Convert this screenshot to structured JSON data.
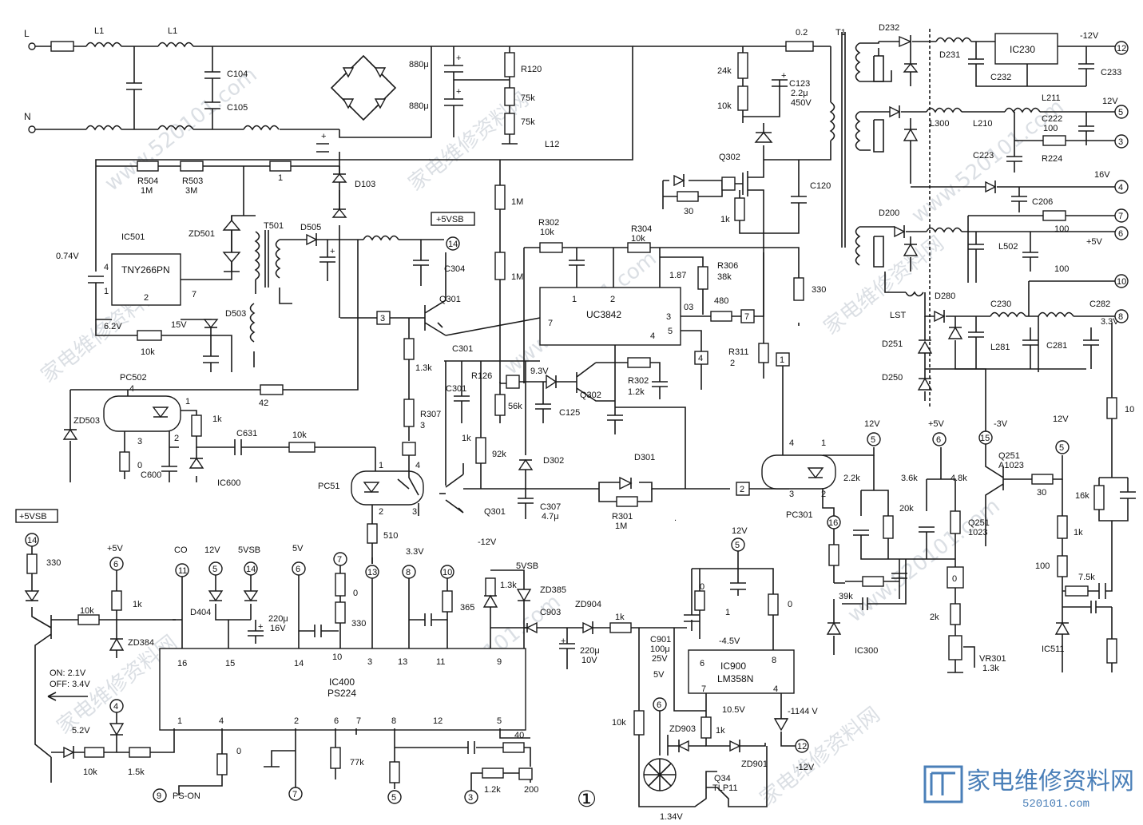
{
  "diagram": {
    "inputs": {
      "live": "L",
      "neutral": "N"
    },
    "filter": [
      "L1",
      "L1",
      "C104",
      "C105"
    ],
    "bulk_caps": [
      "880μ",
      "880μ"
    ],
    "resistors_main": [
      "R120",
      "75k",
      "75k"
    ],
    "labels_misc": {
      "l12": "L12",
      "r504": "R504",
      "r504v": "1M",
      "r503": "R503",
      "r503v": "3M",
      "one": "1",
      "d103": "D103",
      "d505": "D505",
      "zd501": "ZD501",
      "t501": "T501",
      "ic501": "IC501",
      "ic501_part": "TNY266PN",
      "v074": "0.74V",
      "v62": "6.2V",
      "v15": "15V",
      "d503": "D503",
      "r10k": "10k",
      "pc502": "PC502",
      "r42": "42",
      "zd503": "ZD503",
      "c600": "C600",
      "ic600": "IC600",
      "c631": "C631",
      "r1k": "1k",
      "zero": "0",
      "two": "2",
      "three": "3",
      "four": "4",
      "seven": "7",
      "c304": "C304",
      "vsb_tag": "+5VSB",
      "q301": "Q301",
      "r13k": "1.3k",
      "r307": "R307",
      "r307v": "3",
      "pc51": "PC51",
      "r510": "510",
      "r302a": "R302",
      "r302av": "10k",
      "r1m_a": "1M",
      "r1m_b": "1M",
      "r304": "R304",
      "r304v": "10k",
      "r306": "R306",
      "r306v": "38k",
      "v187": "1.87",
      "ic_uc": "UC3842",
      "r480": "480",
      "r311": "R311",
      "r311v": "2",
      "r330": "330",
      "c301": "C301",
      "r126": "R126",
      "v93": "9.3V",
      "q302b": "Q302",
      "r302b": "R302",
      "r302bv": "1.2k",
      "c125": "C125",
      "r56k": "56k",
      "r92k": "92k",
      "d302": "D302",
      "d301": "D301",
      "r301": "R301",
      "r301v": "1M",
      "q301b": "Q301",
      "c307": "C307",
      "c307v": "4.7μ",
      "q302": "Q302",
      "r30": "30",
      "c123": "C123",
      "c123v": "2.2μ",
      "c123v2": "450V",
      "r24k": "24k",
      "r10k_b": "10k",
      "r02": "0.2",
      "t1": "T1",
      "c120": "C120",
      "pc301": "PC301"
    },
    "secondary": {
      "d232": "D232",
      "d231": "D231",
      "ic230": "IC230",
      "c232": "C232",
      "c233": "C233",
      "m12": "-12V",
      "l211": "L211",
      "v12": "12V",
      "l300": "L300",
      "l210": "L210",
      "c222": "C222",
      "r100": "100",
      "r224": "R224",
      "c223": "C223",
      "v16": "16V",
      "c206": "C206",
      "d200": "D200",
      "l502": "L502",
      "p5": "+5V",
      "lst": "LST",
      "d280": "D280",
      "c230": "C230",
      "c282": "C282",
      "v33": "3.3V",
      "d251": "D251",
      "l281": "L281",
      "c281": "C281",
      "d250": "D250"
    },
    "feedback": {
      "v12": "12V",
      "p5v": "+5V",
      "r22k": "2.2k",
      "r36k": "3.6k",
      "r48k": "4.8k",
      "r20k": "20k",
      "q251": "Q251",
      "q251p": "A1023",
      "m3v": "-3V",
      "r30": "30",
      "q251b": "Q251",
      "q251bp": "1023",
      "r1k": "1k",
      "r16k": "16k",
      "r10": "10",
      "r100": "100",
      "r75k": "7.5k",
      "r39k": "39k",
      "ic300": "IC300",
      "ic511": "IC511",
      "r2k": "2k",
      "vr301": "VR301",
      "vr301v": "1.3k",
      "zero": "0"
    },
    "supervisor": {
      "ic400": "IC400",
      "ic400_part": "PS224",
      "vsb": "+5VSB",
      "r330": "330",
      "p5v": "+5V",
      "co": "CO",
      "v12": "12V",
      "v5vsb": "5VSB",
      "v5": "5V",
      "on": "ON: 2.1V",
      "off": "OFF: 3.4V",
      "r10k": "10k",
      "r1k": "1k",
      "zd384": "ZD384",
      "d404": "D404",
      "c220": "220μ",
      "c220v": "16V",
      "r330b": "330",
      "v33": "3.3V",
      "r365": "365",
      "m12": "-12V",
      "v5vsb_b": "5VSB",
      "zd385": "ZD385",
      "r13k": "1.3k",
      "c903": "C903",
      "zd904": "ZD904",
      "c220b": "220μ",
      "c220bv": "10V",
      "r1k_b": "1k",
      "c901": "C901",
      "c901v": "100μ",
      "c901v2": "25V",
      "m45": "-4.5V",
      "ic900": "IC900",
      "ic900_part": "LM358N",
      "v5b": "5V",
      "v105": "10.5V",
      "m1144": "-1144 V",
      "r10k_b": "10k",
      "zd903": "ZD903",
      "zd901": "ZD901",
      "q34": "Q34",
      "q34p": "TLP11",
      "v134": "1.34V",
      "v52": "5.2V",
      "r10k_c": "10k",
      "r15k": "1.5k",
      "r77k": "77k",
      "r40": "40",
      "r12k": "1.2k",
      "r200": "200",
      "ps_on": "PS-ON",
      "circle1": "①",
      "zero": "0"
    },
    "pins": {
      "p1": "1",
      "p2": "2",
      "p3": "3",
      "p4": "4",
      "p5": "5",
      "p6": "6",
      "p7": "7",
      "p8": "8",
      "p9": "9",
      "p10": "10",
      "p11": "11",
      "p12": "12",
      "p13": "13",
      "p14": "14",
      "p15": "15",
      "p16": "16"
    },
    "watermark": "家电维修资料网",
    "watermark_url": "www.520101.com",
    "logo_text": "家电维修资料网",
    "logo_url": "520101.com"
  }
}
